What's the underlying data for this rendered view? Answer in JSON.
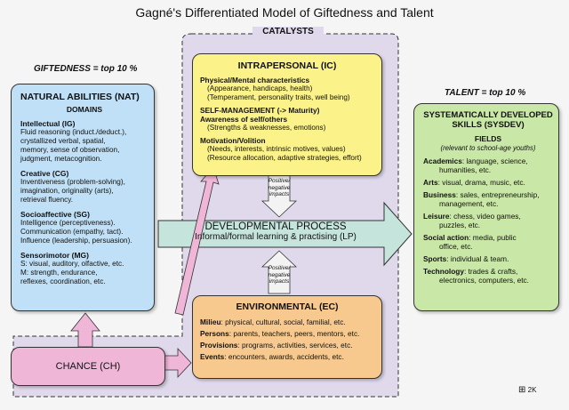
{
  "title": "Gagné's Differentiated Model of Giftedness and Talent",
  "giftedness_label": "GIFTEDNESS = top 10 %",
  "talent_label": "TALENT = top 10 %",
  "catalysts_label": "CATALYSTS",
  "natural_abilities": {
    "title": "NATURAL ABILITIES (NAT)",
    "domains": "DOMAINS",
    "items": [
      {
        "head": "Intellectual (IG)",
        "lines": [
          "Fluid reasoning (induct./deduct.),",
          "crystallized verbal, spatial,",
          "memory, sense of observation,",
          "judgment, metacognition."
        ]
      },
      {
        "head": "Creative (CG)",
        "lines": [
          "Inventiveness (problem-solving),",
          "imagination, originality (arts),",
          "retrieval fluency."
        ]
      },
      {
        "head": "Socioaffective (SG)",
        "lines": [
          "Intelligence (perceptiveness).",
          "Communication (empathy, tact).",
          "Influence (leadership, persuasion)."
        ]
      },
      {
        "head": "Sensorimotor (MG)",
        "lines": [
          "S: visual, auditory, olfactive, etc.",
          "M: strength, endurance,",
          "reflexes, coordination, etc."
        ]
      }
    ]
  },
  "intrapersonal": {
    "title": "INTRAPERSONAL (IC)",
    "items": [
      {
        "head": "Physical/Mental characteristics",
        "lines": [
          "(Appearance, handicaps, health)",
          "(Temperament, personality traits, well being)"
        ]
      },
      {
        "head": "SELF-MANAGEMENT (-> Maturity)",
        "lines": []
      },
      {
        "head": "Awareness of self/others",
        "lines": [
          "(Strengths & weaknesses, emotions)"
        ]
      },
      {
        "head": "Motivation/Volition",
        "lines": [
          "(Needs, interests, intrinsic motives, values)",
          "(Resource allocation, adaptive strategies, effort)"
        ]
      }
    ]
  },
  "impacts_top": [
    "Positive/",
    "negative",
    "impacts"
  ],
  "impacts_bottom": [
    "Positive/",
    "negative",
    "impacts"
  ],
  "developmental": {
    "title": "DEVELOPMENTAL PROCESS",
    "subtitle": "Informal/formal learning & practising (LP)"
  },
  "environmental": {
    "title": "ENVIRONMENTAL (EC)",
    "items": [
      {
        "head": "Milieu",
        "text": ": physical, cultural, social, familial, etc."
      },
      {
        "head": "Persons",
        "text": ": parents, teachers, peers, mentors, etc."
      },
      {
        "head": "Provisions",
        "text": ": programs, activities, services, etc."
      },
      {
        "head": "Events",
        "text": ": encounters, awards, accidents, etc."
      }
    ]
  },
  "chance": "CHANCE (CH)",
  "sysdev": {
    "title_lines": [
      "SYSTEMATICALLY DEVELOPED",
      "SKILLS (SYSDEV)"
    ],
    "fields": "FIELDS",
    "fields_note": "(relevant to school-age youths)",
    "items": [
      {
        "head": "Academics",
        "lines": [
          ": language, science,",
          "humanities, etc."
        ]
      },
      {
        "head": "Arts",
        "lines": [
          ": visual, drama, music, etc."
        ]
      },
      {
        "head": "Business",
        "lines": [
          ": sales, entrepreneurship,",
          "management, etc."
        ]
      },
      {
        "head": "Leisure",
        "lines": [
          ": chess, video games,",
          "puzzles, etc."
        ]
      },
      {
        "head": "Social action",
        "lines": [
          ": media, public",
          "office, etc."
        ]
      },
      {
        "head": "Sports",
        "lines": [
          ": individual & team."
        ]
      },
      {
        "head": "Technology",
        "lines": [
          ": trades & crafts,",
          "electronics, computers, etc."
        ]
      }
    ]
  },
  "footer": "2K",
  "colors": {
    "nat": "#bfe0f6",
    "intra": "#fbf28a",
    "env": "#f8c98e",
    "talent": "#c9e7a6",
    "chance": "#f0b6d8",
    "catalyst_bg": "#e0d9ec",
    "process_arrow": "#c5e5dc"
  }
}
